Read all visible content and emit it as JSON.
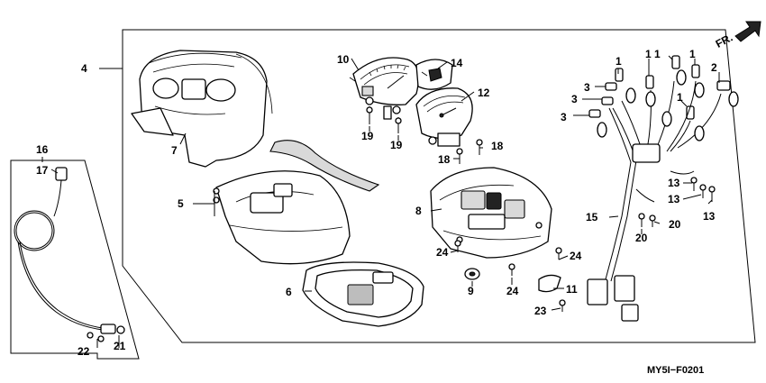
{
  "direction_marker": {
    "text": "FR.",
    "icon": "front-direction-arrow-icon"
  },
  "footer_code": "MY5I−F0201",
  "callouts": {
    "c1a": "1",
    "c1b": "1",
    "c1c": "1",
    "c1d": "1",
    "c1e": "1",
    "c2": "2",
    "c3a": "3",
    "c3b": "3",
    "c3c": "3",
    "c4": "4",
    "c5": "5",
    "c6": "6",
    "c7": "7",
    "c8": "8",
    "c9": "9",
    "c10": "10",
    "c11": "11",
    "c12": "12",
    "c13a": "13",
    "c13b": "13",
    "c13c": "13",
    "c14": "14",
    "c15": "15",
    "c16": "16",
    "c17": "17",
    "c18a": "18",
    "c18b": "18",
    "c19a": "19",
    "c19b": "19",
    "c20a": "20",
    "c20b": "20",
    "c21": "21",
    "c22": "22",
    "c23": "23",
    "c24a": "24",
    "c24b": "24",
    "c24c": "24"
  }
}
